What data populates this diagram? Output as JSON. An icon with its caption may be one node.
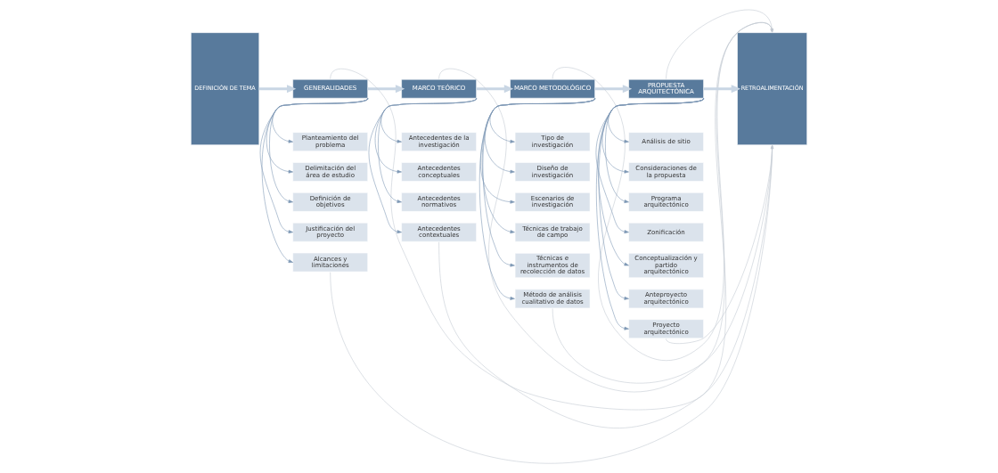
{
  "diagram": {
    "nodes": [
      {
        "text": [
          "DEFINICIÓN DE TEMA"
        ]
      },
      {
        "text": [
          "GENERALIDADES"
        ]
      },
      {
        "text": [
          "Planteamiento del problema"
        ]
      },
      {
        "text": [
          "Delimitación del área de estudio"
        ]
      },
      {
        "text": [
          "Definición de objetivos"
        ]
      },
      {
        "text": [
          "Justificación del proyecto"
        ]
      },
      {
        "text": [
          "Alcances y limitaciones"
        ]
      },
      {
        "text": [
          "MARCO TEÓRICO"
        ]
      },
      {
        "text": [
          "Antecedentes de la investigación"
        ]
      },
      {
        "text": [
          "Antecedentes conceptuales"
        ]
      },
      {
        "text": [
          "Antecedentes normativos"
        ]
      },
      {
        "text": [
          "Antecedentes contextuales"
        ]
      },
      {
        "text": [
          "MARCO METODOLÓGICO"
        ]
      },
      {
        "text": [
          "Tipo de investigación"
        ]
      },
      {
        "text": [
          "Diseño de investigación"
        ]
      },
      {
        "text": [
          "Escenarios de investigación"
        ]
      },
      {
        "text": [
          "Técnicas de trabajo de campo"
        ]
      },
      {
        "text": [
          "Técnicas e instrumentos de recolección de datos"
        ]
      },
      {
        "text": [
          "Método de análisis cualitativo de datos"
        ]
      },
      {
        "text": [
          "PROPUESTA ARQUITECTÓNICA"
        ]
      },
      {
        "text": [
          "Análisis de sitio"
        ]
      },
      {
        "text": [
          "Consideraciones de la propuesta"
        ]
      },
      {
        "text": [
          "Programa arquitectónico"
        ]
      },
      {
        "text": [
          "Zonificación"
        ]
      },
      {
        "text": [
          "Conceptualización y partido arquitectónico"
        ]
      },
      {
        "text": [
          "Anteproyecto arquitectónico"
        ]
      },
      {
        "text": [
          "Proyecto arquitectónico"
        ]
      },
      {
        "text": [
          "RETROALIMENTACIÓN"
        ]
      }
    ],
    "edges": [
      {
        "from": 0,
        "to": 1,
        "arrow": "to",
        "style": "thick"
      },
      {
        "from": 1,
        "to": 2,
        "arrow": "to"
      },
      {
        "from": 1,
        "to": 3,
        "arrow": "to"
      },
      {
        "from": 1,
        "to": 4,
        "arrow": "to"
      },
      {
        "from": 1,
        "to": 5,
        "arrow": "to"
      },
      {
        "from": 1,
        "to": 6,
        "arrow": "to"
      },
      {
        "from": 1,
        "to": 7,
        "arrow": "to",
        "style": "thick"
      },
      {
        "from": 7,
        "to": 8,
        "arrow": "to"
      },
      {
        "from": 7,
        "to": 9,
        "arrow": "to"
      },
      {
        "from": 7,
        "to": 10,
        "arrow": "to"
      },
      {
        "from": 7,
        "to": 11,
        "arrow": "to"
      },
      {
        "from": 7,
        "to": 12,
        "arrow": "to",
        "style": "thick"
      },
      {
        "from": 12,
        "to": 13,
        "arrow": "to"
      },
      {
        "from": 12,
        "to": 14,
        "arrow": "to"
      },
      {
        "from": 12,
        "to": 15,
        "arrow": "to"
      },
      {
        "from": 12,
        "to": 16,
        "arrow": "to"
      },
      {
        "from": 12,
        "to": 17,
        "arrow": "to"
      },
      {
        "from": 12,
        "to": 18,
        "arrow": "to"
      },
      {
        "from": 12,
        "to": 19,
        "arrow": "to",
        "style": "thick"
      },
      {
        "from": 19,
        "to": 20,
        "arrow": "to"
      },
      {
        "from": 19,
        "to": 21,
        "arrow": "to"
      },
      {
        "from": 19,
        "to": 22,
        "arrow": "to"
      },
      {
        "from": 19,
        "to": 23,
        "arrow": "to"
      },
      {
        "from": 19,
        "to": 24,
        "arrow": "to"
      },
      {
        "from": 19,
        "to": 25,
        "arrow": "to"
      },
      {
        "from": 19,
        "to": 26,
        "arrow": "to"
      },
      {
        "from": 19,
        "to": 27,
        "arrow": "to",
        "style": "thick"
      },
      {
        "from": 1,
        "to": 27,
        "arrow": "to",
        "color": "#c2c9d2"
      },
      {
        "from": 7,
        "to": 27,
        "arrow": "to",
        "color": "#c2c9d2"
      },
      {
        "from": 12,
        "to": 27,
        "arrow": "to",
        "color": "#c2c9d2"
      },
      {
        "from": 19,
        "to": 27,
        "arrow": "to",
        "color": "#c2c9d2"
      },
      {
        "from": 6,
        "to": 27,
        "arrow": "to",
        "color": "#c2c9d2"
      },
      {
        "from": 11,
        "to": 27,
        "arrow": "to",
        "color": "#c2c9d2"
      },
      {
        "from": 18,
        "to": 27,
        "arrow": "to",
        "color": "#c2c9d2"
      },
      {
        "from": 26,
        "to": 27,
        "arrow": "to",
        "color": "#c2c9d2"
      }
    ]
  }
}
